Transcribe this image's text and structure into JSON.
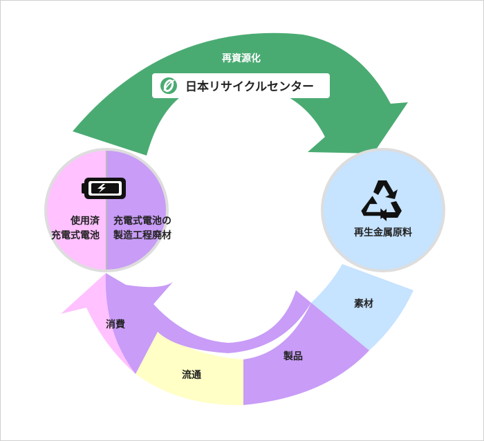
{
  "top_arrow": {
    "label": "再資源化",
    "badge": {
      "text": "日本リサイクルセンター",
      "icon": "recycling-center-logo-icon"
    }
  },
  "left_node": {
    "left_lines": [
      "使用済",
      "充電式電池"
    ],
    "right_lines": [
      "充電式電池の",
      "製造工程廃材"
    ],
    "icon": "battery-icon"
  },
  "right_node": {
    "label": "再生金属原料",
    "icon": "recycle-symbol-icon"
  },
  "stages": {
    "material": "素材",
    "product": "製品",
    "distribution": "流通",
    "consumption": "消費"
  },
  "colors": {
    "green_arrow": "#4aab72",
    "purple": "#c89cf7",
    "pink": "#ffc1ff",
    "yellow": "#ffffc6",
    "light_blue": "#c6e3ff",
    "node_border": "#dddddd"
  }
}
